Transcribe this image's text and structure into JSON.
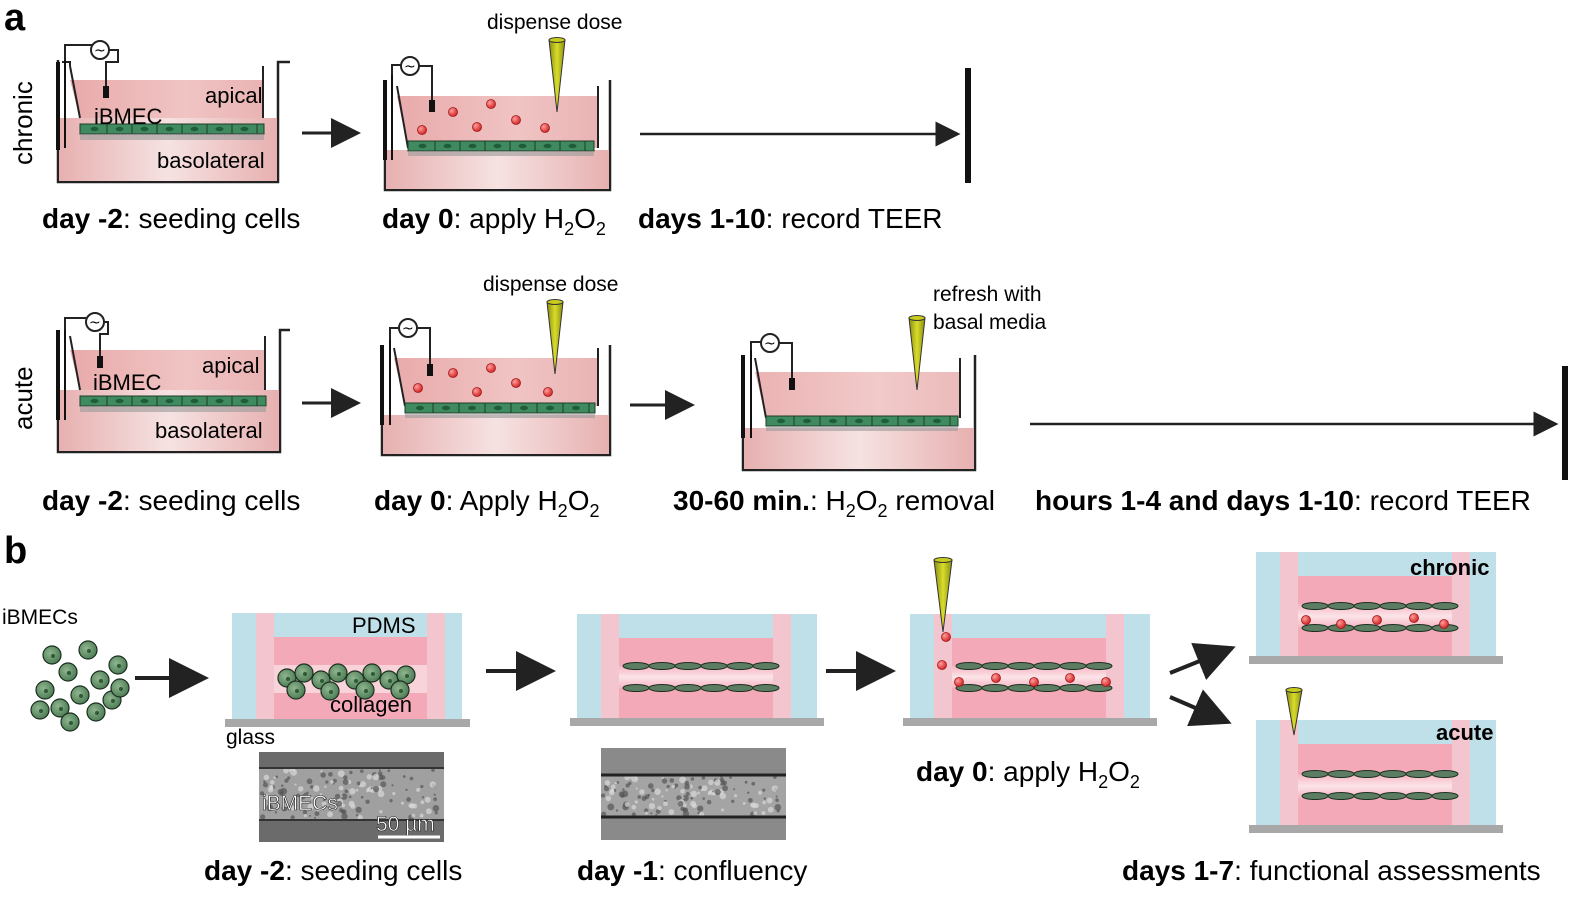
{
  "panel_a": {
    "label": "a",
    "chronic": {
      "side_label": "chronic",
      "well1": {
        "apical": "apical",
        "cells": "iBMEC",
        "basolateral": "basolateral"
      },
      "dispense": "dispense dose",
      "captions": [
        {
          "bold": "day -2",
          "rest": ": seeding cells"
        },
        {
          "bold": "day 0",
          "rest": ": apply H",
          "sub1": "2",
          "mid": "O",
          "sub2": "2"
        },
        {
          "bold": "days 1-10",
          "rest": ": record TEER"
        }
      ]
    },
    "acute": {
      "side_label": "acute",
      "well1": {
        "apical": "apical",
        "cells": "iBMEC",
        "basolateral": "basolateral"
      },
      "dispense": "dispense dose",
      "refresh_line1": "refresh with",
      "refresh_line2": "basal media",
      "captions": [
        {
          "bold": "day -2",
          "rest": ": seeding cells"
        },
        {
          "bold": "day 0",
          "rest": ": Apply H",
          "sub1": "2",
          "mid": "O",
          "sub2": "2"
        },
        {
          "bold": "30-60 min.",
          "rest": ": H",
          "sub1": "2",
          "mid": "O",
          "sub2": "2",
          "tail": " removal"
        },
        {
          "bold": "hours 1-4 and days 1-10",
          "rest": ": record TEER"
        }
      ]
    }
  },
  "panel_b": {
    "label": "b",
    "cells_label": "iBMECs",
    "pdms": "PDMS",
    "collagen": "collagen",
    "glass": "glass",
    "micro_label": "iBMECs",
    "scale": "50 µm",
    "chronic": "chronic",
    "acute": "acute",
    "captions": [
      {
        "bold": "day -2",
        "rest": ": seeding cells"
      },
      {
        "bold": "day -1",
        "rest": ": confluency"
      },
      {
        "bold": "day 0",
        "rest": ": apply H",
        "sub1": "2",
        "mid": "O",
        "sub2": "2"
      },
      {
        "bold": "days 1-7",
        "rest": ": functional assessments"
      }
    ]
  },
  "colors": {
    "medium_light": "#f4dcdc",
    "medium_dark": "#e3a7a7",
    "cell_green": "#3f8a5f",
    "nucleus": "#1f5c3a",
    "drop_red": "#e84a4a",
    "pdms_blue": "#bfe0e8",
    "channel_pink": "#f4a9b8",
    "pipette": "#c8cc1a"
  }
}
